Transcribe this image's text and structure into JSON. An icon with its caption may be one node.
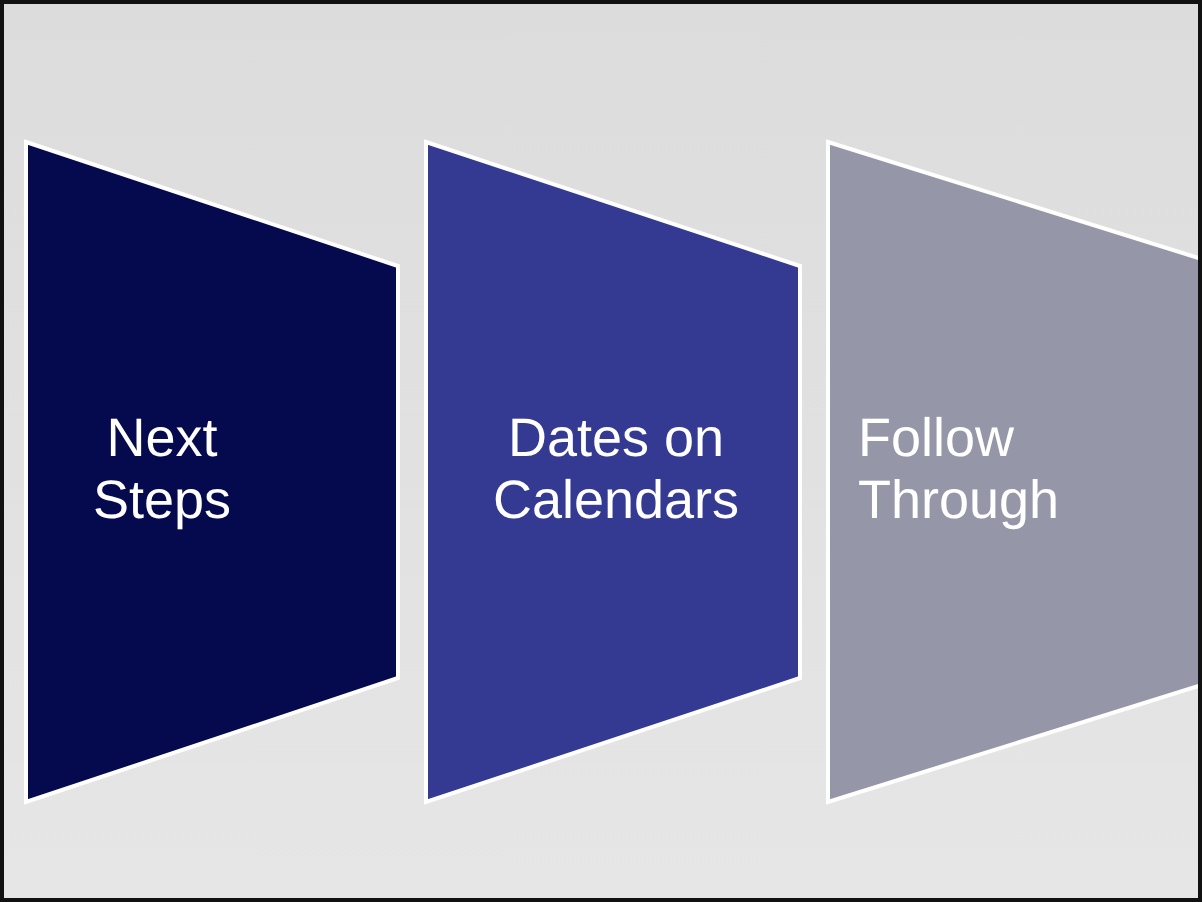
{
  "diagram": {
    "nodes": [
      {
        "text": [
          "Next Steps"
        ]
      },
      {
        "text": [
          "Dates on Calendars"
        ]
      },
      {
        "text": [
          "Follow Through"
        ]
      }
    ]
  }
}
